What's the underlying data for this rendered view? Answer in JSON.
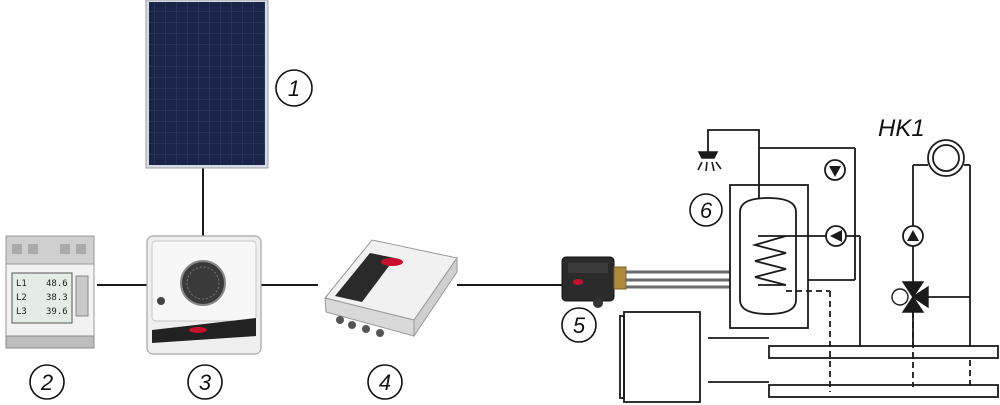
{
  "callouts": {
    "pv_panel": "1",
    "smart_meter": "2",
    "inverter": "3",
    "heat_controller": "4",
    "heating_rod": "5",
    "storage_tank": "6"
  },
  "heating_circuit_label": "HK1",
  "meter_display": {
    "row1_phase": "L1",
    "row1_value": "48.6",
    "row2_phase": "L2",
    "row2_value": "38.3",
    "row3_phase": "L3",
    "row3_value": "39.6"
  },
  "colors": {
    "line": "#1a1a1a",
    "panel_cell": "#1b2547",
    "device_white": "#eeeeee",
    "brand_red": "#c8102e"
  }
}
